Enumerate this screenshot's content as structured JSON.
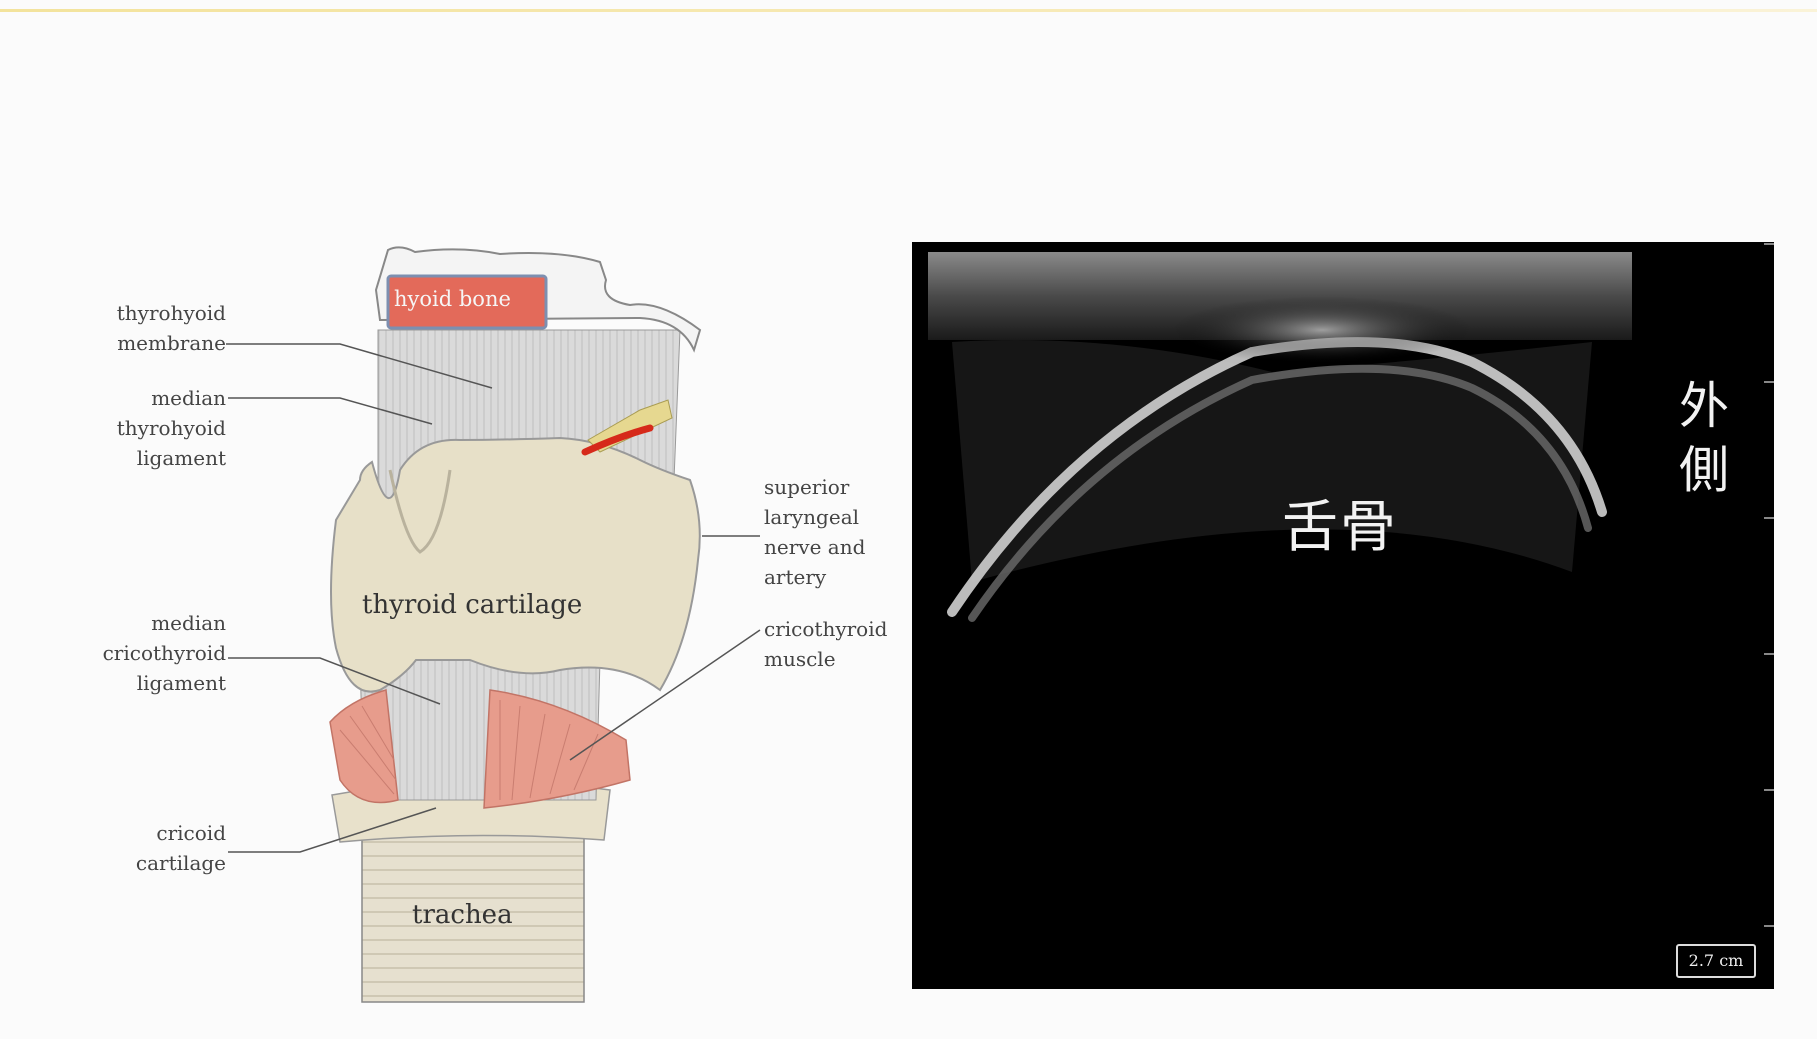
{
  "diagram": {
    "labels": {
      "hyoid_bone": "hyoid bone",
      "thyrohyoid_membrane": "thyrohyoid\nmembrane",
      "median_thyrohyoid_ligament": "median\nthyrohyoid\nligament",
      "superior_laryngeal": "superior\nlaryngeal\nnerve and\nartery",
      "thyroid_cartilage": "thyroid cartilage",
      "median_cricothyroid_ligament": "median\ncricothyroid\nligament",
      "cricothyroid_muscle": "cricothyroid\nmuscle",
      "cricoid_cartilage": "cricoid\ncartilage",
      "trachea": "trachea"
    }
  },
  "ultrasound": {
    "structure_label": "舌骨",
    "side_label": "外\n側",
    "scale": "2.7 cm"
  },
  "colors": {
    "cartilage": "#e7e0c8",
    "membrane": "#d9d9d9",
    "muscle": "#e79c8c",
    "hyoid_highlight": "#e36a5a",
    "artery": "#d62a1a",
    "background": "#fbfbfb"
  }
}
